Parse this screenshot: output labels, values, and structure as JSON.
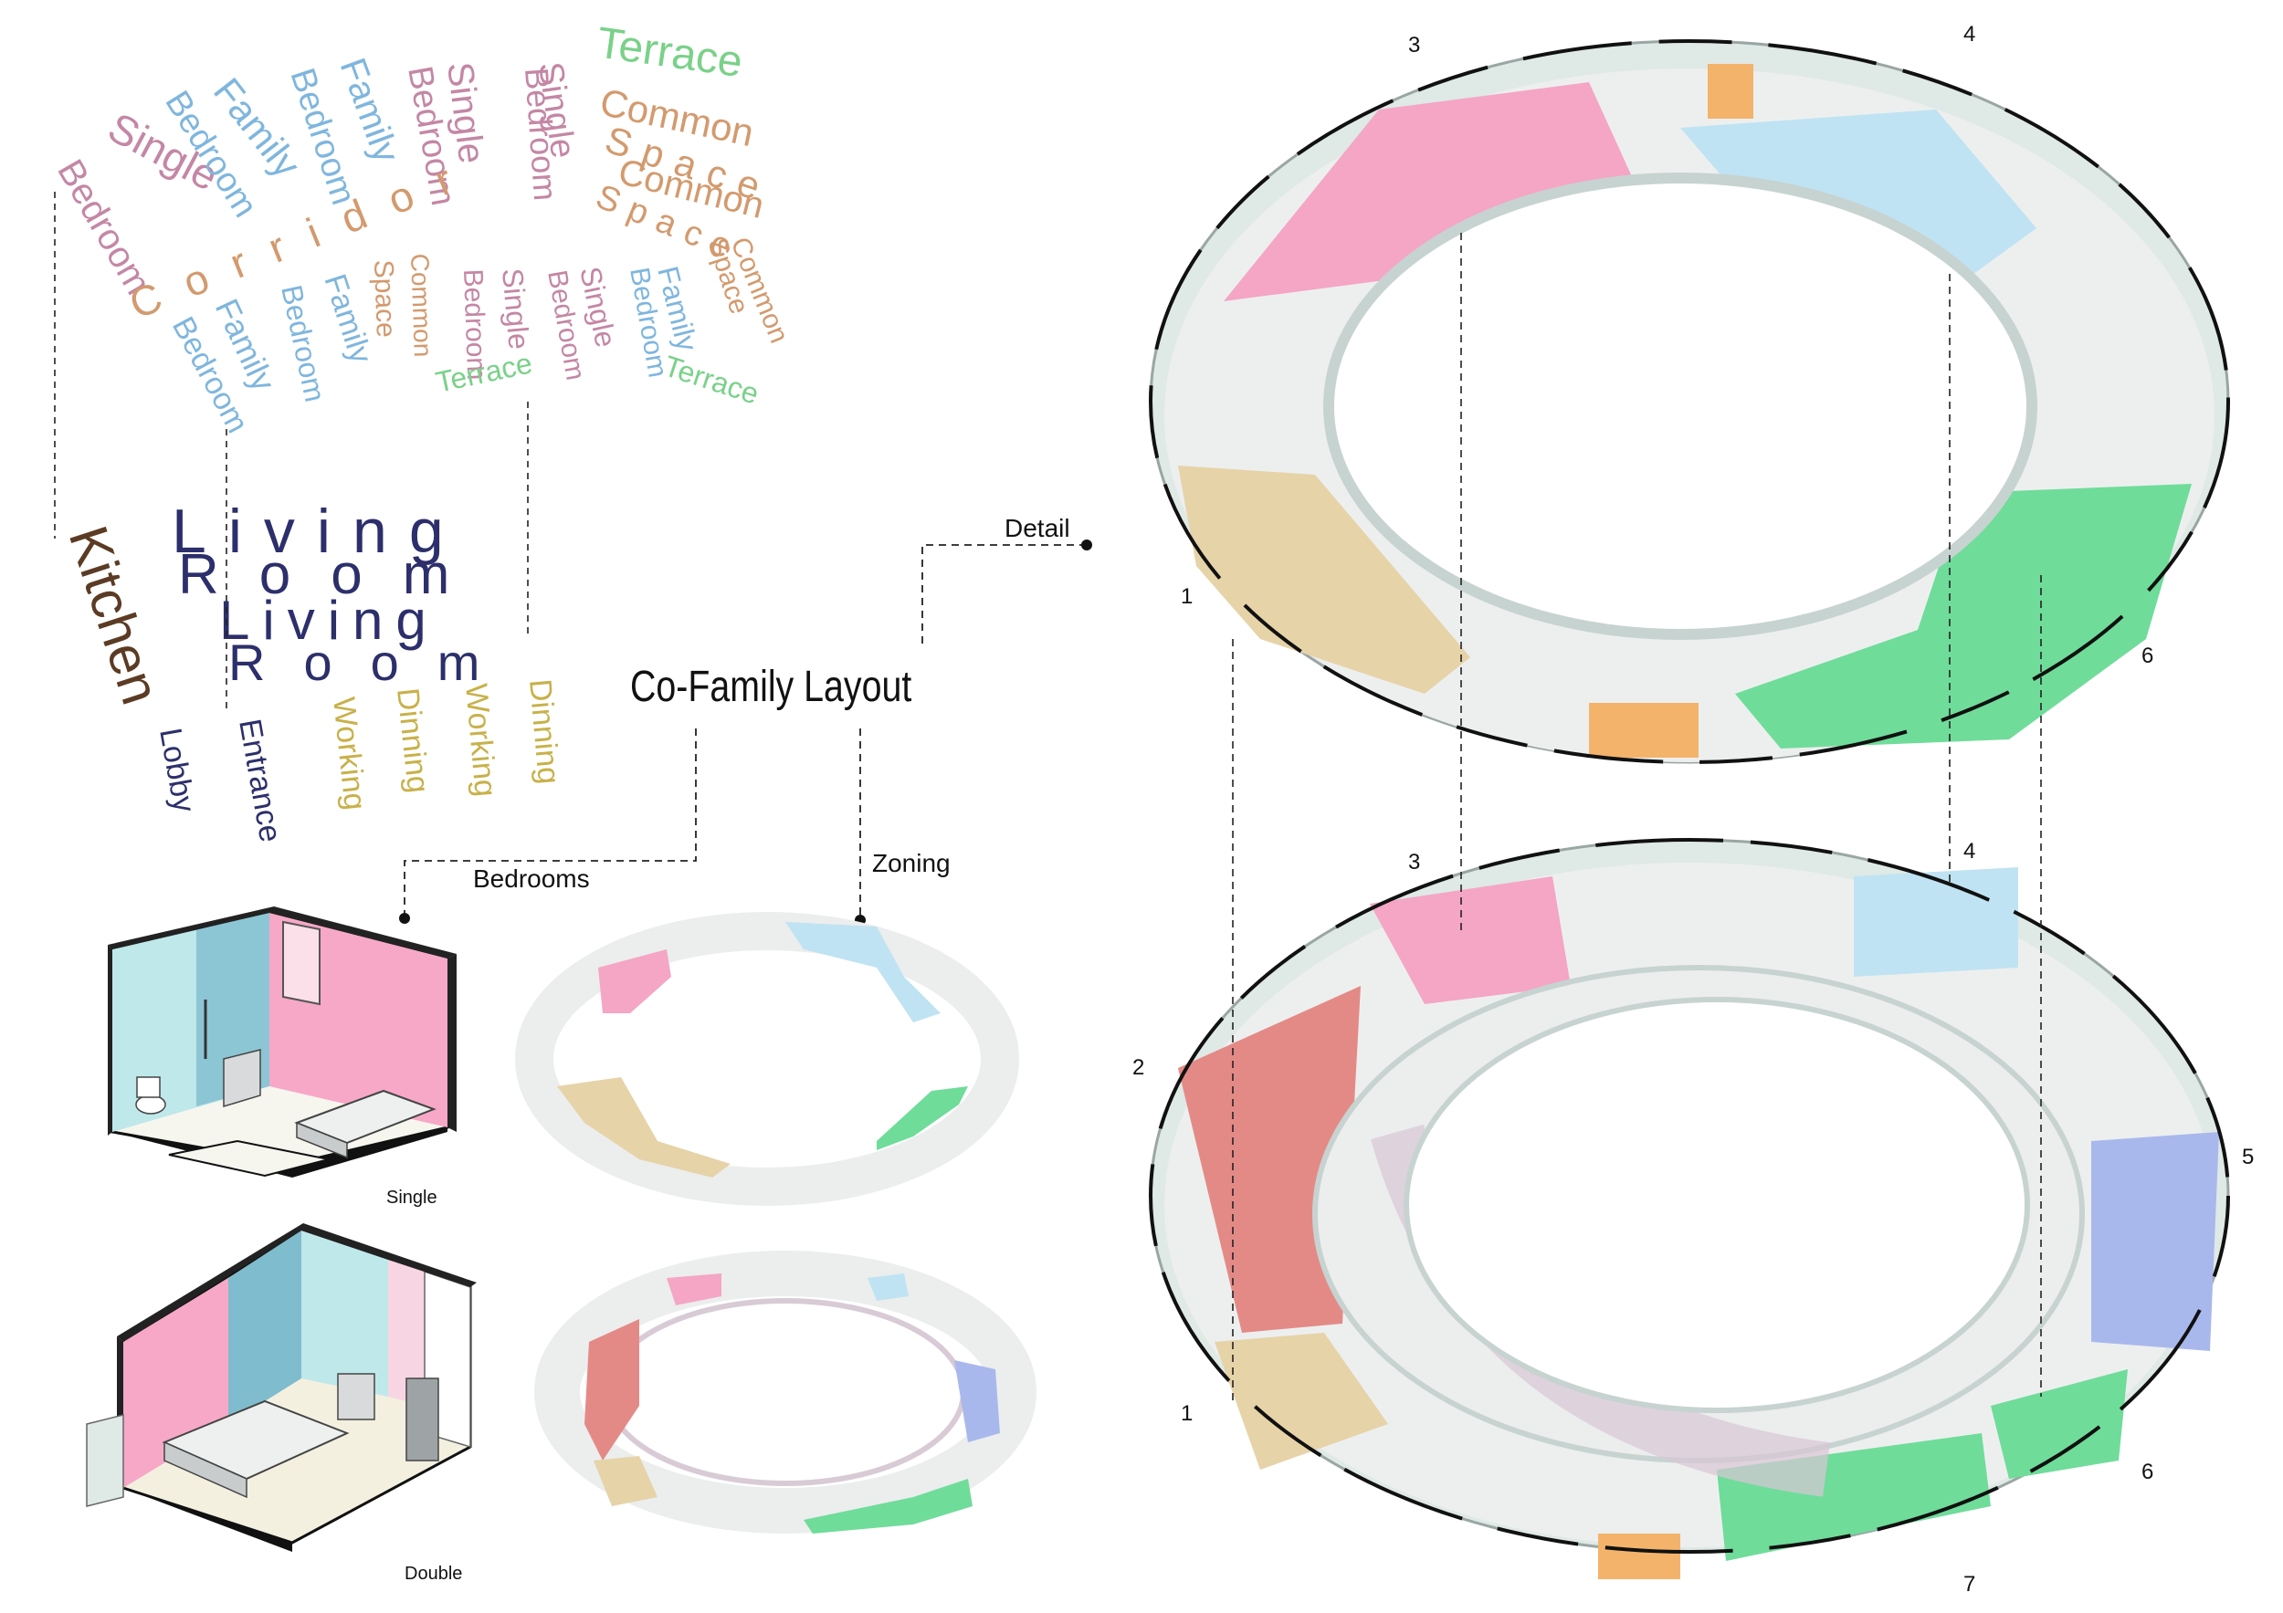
{
  "title": "Co-Family  Layout",
  "callouts": {
    "detail": "Detail",
    "bedrooms": "Bedrooms",
    "zoning": "Zoning"
  },
  "bedroom_types": {
    "single": "Single",
    "double": "Double"
  },
  "floor_numbers": {
    "upper": [
      "3",
      "4",
      "1",
      "6"
    ],
    "lower": [
      "3",
      "4",
      "2",
      "5",
      "1",
      "6",
      "7"
    ]
  },
  "word_cloud": {
    "terrace": "Terrace",
    "common_space_a": "Common",
    "common_space_b": "Space",
    "common_a": "Common",
    "space_b": "Space",
    "single_bedroom": "Single Bedroom",
    "family_bedroom": "Family Bedroom",
    "corridor": "Corridor",
    "living_room": "Living Room",
    "kitchen": "Kitchen",
    "lobby": "Lobby",
    "entrance": "Entrance",
    "working": "Working",
    "dinning": "Dinning",
    "single": "Single",
    "bedroom": "Bedroom",
    "family": "Family",
    "living": "Living",
    "room": "Room"
  },
  "colors": {
    "pink": "#f4a6c4",
    "lightblue": "#bfe3f2",
    "green": "#6fdc9a",
    "tan": "#e6d3a8",
    "salmon": "#e48a86",
    "periwinkle": "#a9b8ec",
    "orange": "#f3b36a",
    "grey": "#e7e9ea",
    "glass": "#cfe7e2",
    "navy": "#2c2f6b",
    "brown": "#6b4a2e",
    "olive": "#c8b14a",
    "kitchen_brown": "#5c3b24"
  }
}
